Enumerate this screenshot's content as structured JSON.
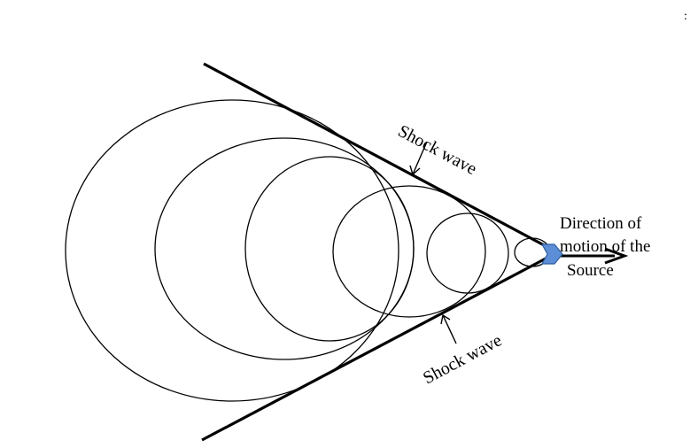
{
  "diagram": {
    "labels": {
      "shock_upper": "Shock wave",
      "shock_lower": "Shock wave",
      "direction_line1": "Direction of",
      "direction_line2": "motion of the",
      "direction_line3": "Source",
      "corner_mark": ":"
    },
    "colors": {
      "stroke": "#000000",
      "source_fill": "#5b8ed6",
      "source_stroke": "#2f5f9f",
      "background": "#ffffff"
    }
  }
}
